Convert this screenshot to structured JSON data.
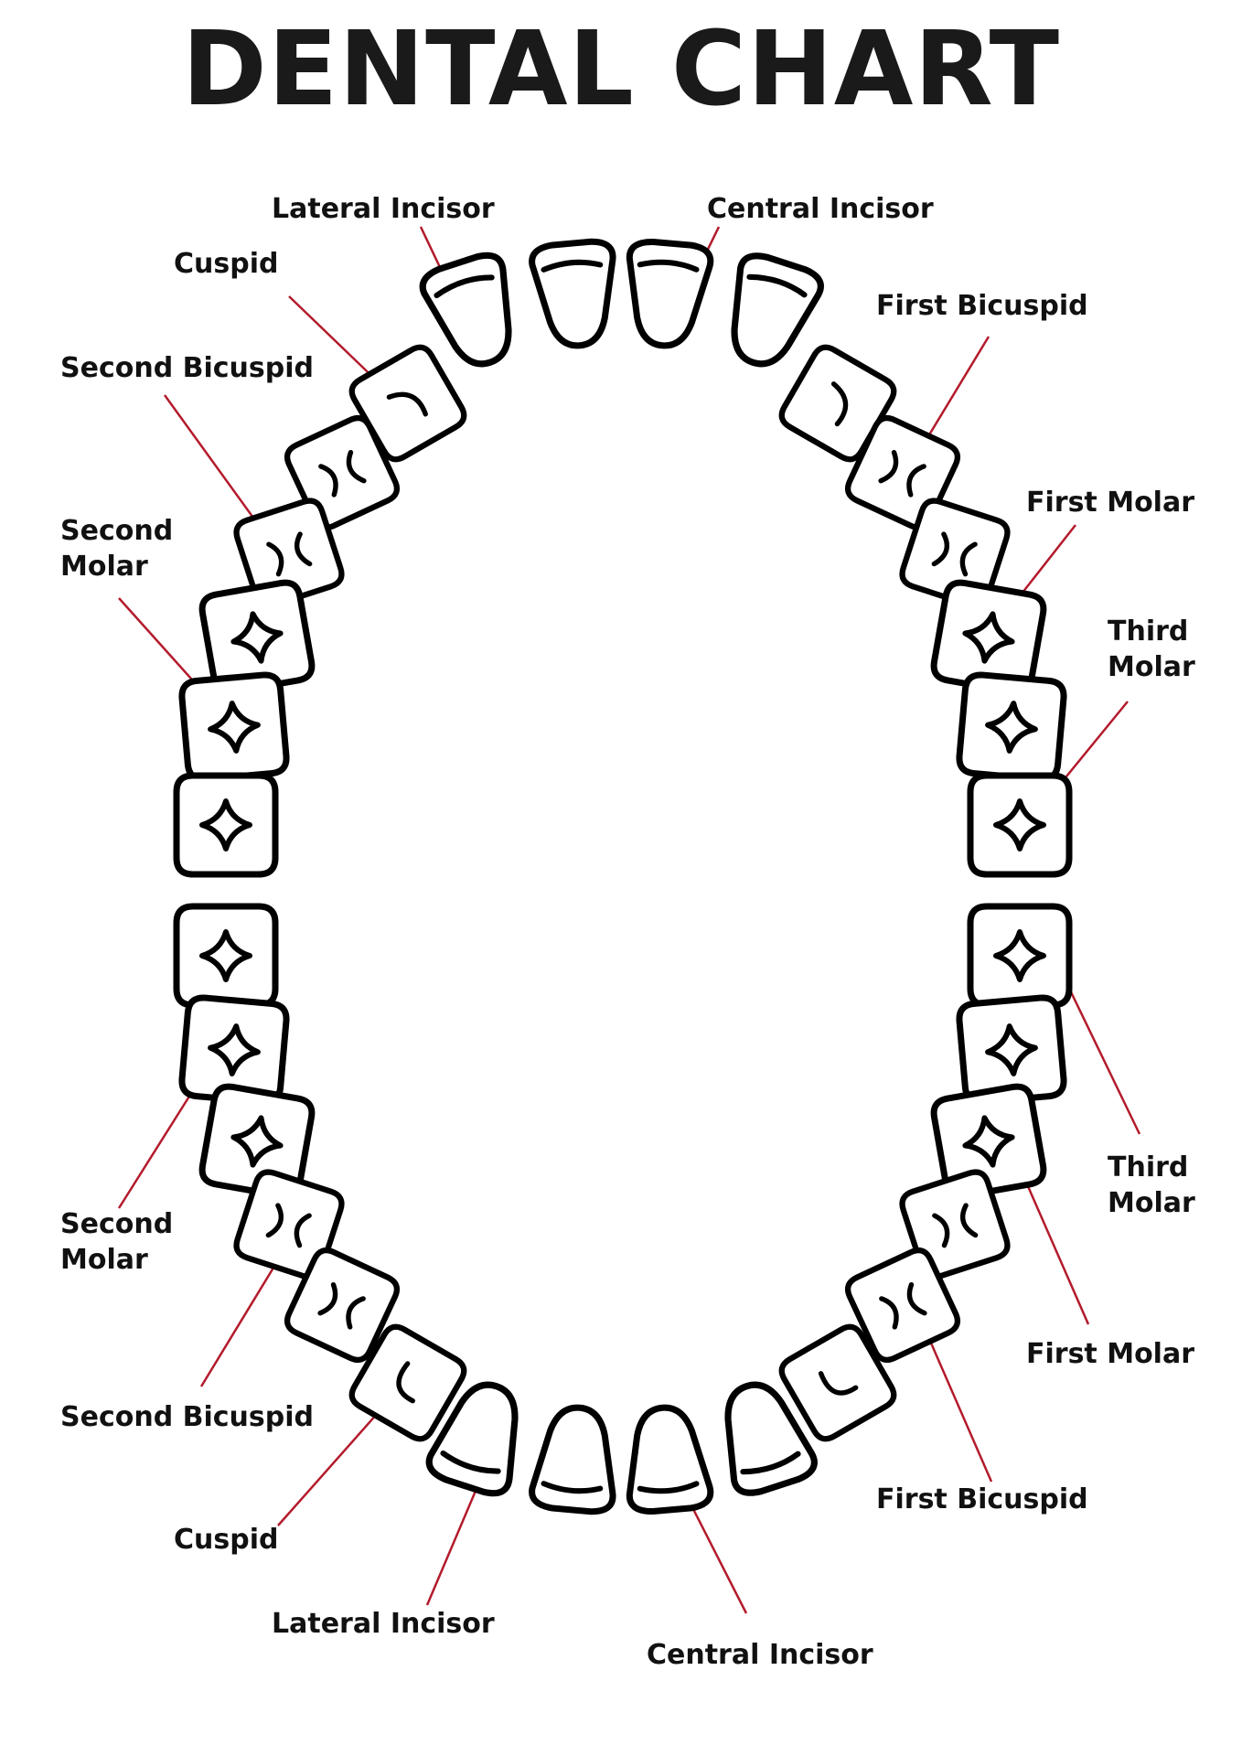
{
  "title": "DENTAL CHART",
  "colors": {
    "ink": "#000000",
    "leader": "#b31b2c",
    "background": "#ffffff"
  },
  "labels": {
    "upper_left_lateral_incisor": "Lateral Incisor",
    "upper_right_central_incisor": "Central Incisor",
    "upper_left_cuspid": "Cuspid",
    "upper_right_first_bicuspid": "First Bicuspid",
    "upper_left_second_bicuspid": "Second Bicuspid",
    "upper_right_first_molar": "First Molar",
    "upper_left_second_molar": [
      "Second",
      "Molar"
    ],
    "upper_right_third_molar": [
      "Third",
      "Molar"
    ],
    "lower_right_third_molar": [
      "Third",
      "Molar"
    ],
    "lower_left_second_molar": [
      "Second",
      "Molar"
    ],
    "lower_right_first_molar": "First Molar",
    "lower_left_second_bicuspid": "Second Bicuspid",
    "lower_right_first_bicuspid": "First Bicuspid",
    "lower_left_cuspid": "Cuspid",
    "lower_left_lateral_incisor": "Lateral Incisor",
    "lower_right_central_incisor": "Central Incisor"
  }
}
